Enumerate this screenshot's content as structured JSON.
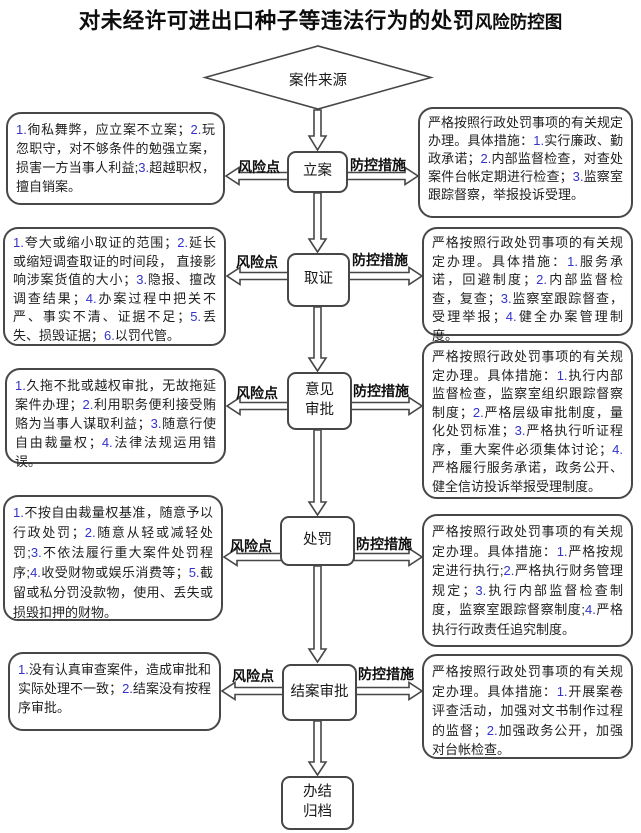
{
  "colors": {
    "number_accent": "#3333cc",
    "shape_line": "#474747"
  },
  "title": {
    "main": "对未经许可进出口种子等违法行为的处罚",
    "suffix": "风险防控图"
  },
  "source_node": {
    "label": "案件来源"
  },
  "flow_labels": {
    "risk": "风险点",
    "control": "防控措施"
  },
  "stages": [
    {
      "name": "立案",
      "risk": [
        {
          "n": "1."
        },
        {
          "t": "徇私舞弊，应立案不立案；"
        },
        {
          "n": "2."
        },
        {
          "t": "玩忽职守，对不够条件的勉强立案，损害一方当事人利益;"
        },
        {
          "n": "3."
        },
        {
          "t": "超越职权，擅自销案。"
        }
      ],
      "control": [
        {
          "t": "严格按照行政处罚事项的有关规定办理。具体措施："
        },
        {
          "n": "1."
        },
        {
          "t": "实行廉政、勤政承诺；"
        },
        {
          "n": "2."
        },
        {
          "t": "内部监督检查，对查处案件台帐定期进行检查；"
        },
        {
          "n": "3."
        },
        {
          "t": "监察室跟踪督察，举报投诉受理。"
        }
      ]
    },
    {
      "name": "取证",
      "risk": [
        {
          "n": "1."
        },
        {
          "t": "夸大或缩小取证的范围；"
        },
        {
          "n": "2."
        },
        {
          "t": "延长或缩短调查取证的时间段， 直接影响涉案货值的大小；"
        },
        {
          "n": "3."
        },
        {
          "t": "隐报、擅改调查结果；"
        },
        {
          "n": "4."
        },
        {
          "t": "办案过程中把关不严、事实不清、证据不足；"
        },
        {
          "n": "5."
        },
        {
          "t": "丢失、损毁证据；"
        },
        {
          "n": "6."
        },
        {
          "t": "以罚代管。"
        }
      ],
      "control": [
        {
          "t": "严格按照行政处罚事项的有关规定办理。具体措施："
        },
        {
          "n": "1."
        },
        {
          "t": "服务承诺，回避制度；"
        },
        {
          "n": "2."
        },
        {
          "t": "内部监督检查，复查；"
        },
        {
          "n": "3."
        },
        {
          "t": "监察室跟踪督查，受理举报；"
        },
        {
          "n": "4."
        },
        {
          "t": "健全办案管理制度。"
        }
      ]
    },
    {
      "name": "意见\n审批",
      "risk": [
        {
          "n": "1."
        },
        {
          "t": "久拖不批或越权审批，无故拖延案件办理；"
        },
        {
          "n": "2."
        },
        {
          "t": "利用职务便利接受贿赂为当事人谋取利益；"
        },
        {
          "n": "3."
        },
        {
          "t": "随意行使自由裁量权；"
        },
        {
          "n": "4."
        },
        {
          "t": "法律法规运用错误。"
        }
      ],
      "control": [
        {
          "t": "严格按照行政处罚事项的有关规定办理。具体措施："
        },
        {
          "n": "1."
        },
        {
          "t": "执行内部监督检查，监察室组织跟踪督察制度；"
        },
        {
          "n": "2."
        },
        {
          "t": "严格层级审批制度，量化处罚标准；"
        },
        {
          "n": "3."
        },
        {
          "t": "严格执行听证程序，重大案件必须集体讨论；"
        },
        {
          "n": "4."
        },
        {
          "t": "严格履行服务承诺，政务公开、健全信访投诉举报受理制度。"
        }
      ]
    },
    {
      "name": "处罚",
      "risk": [
        {
          "n": "1."
        },
        {
          "t": "不按自由裁量权基准，随意予以行政处罚；"
        },
        {
          "n": "2."
        },
        {
          "t": "随意从轻或减轻处罚;"
        },
        {
          "n": "3."
        },
        {
          "t": "不依法履行重大案件处罚程序;"
        },
        {
          "n": "4."
        },
        {
          "t": "收受财物或娱乐消费等；"
        },
        {
          "n": "5."
        },
        {
          "t": "截留或私分罚没款物，使用、丢失或损毁扣押的财物。"
        }
      ],
      "control": [
        {
          "t": "严格按照行政处罚事项的有关规定办理。具体措施："
        },
        {
          "n": "1."
        },
        {
          "t": "严格按规定进行执行;"
        },
        {
          "n": "2."
        },
        {
          "t": "严格执行财务管理规定；"
        },
        {
          "n": "3."
        },
        {
          "t": "执行内部监督检查制度，监察室跟踪督察制度;"
        },
        {
          "n": "4."
        },
        {
          "t": "严格执行行政责任追究制度。"
        }
      ]
    },
    {
      "name": "结案审批",
      "risk": [
        {
          "n": "1."
        },
        {
          "t": "没有认真审查案件，造成审批和实际处理不一致；"
        },
        {
          "n": "2."
        },
        {
          "t": "结案没有按程序审批。"
        }
      ],
      "control": [
        {
          "t": "严格按照行政处罚事项的有关规定办理。具体措施："
        },
        {
          "n": "1."
        },
        {
          "t": "开展案卷评查活动，加强对文书制作过程的监督；"
        },
        {
          "n": "2."
        },
        {
          "t": "加强政务公开，加强对台帐检查。"
        }
      ]
    }
  ],
  "final_node": {
    "label": "办结\n归档"
  }
}
